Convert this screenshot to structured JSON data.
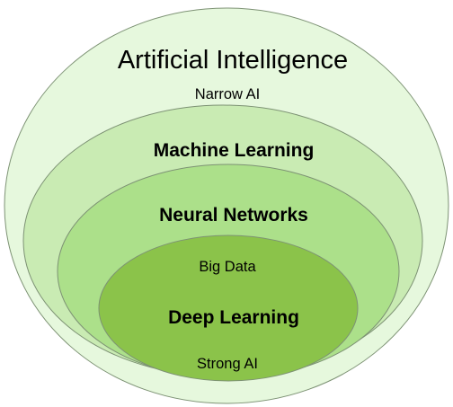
{
  "diagram": {
    "layers": [
      {
        "name": "Artificial Intelligence",
        "fill": "#e6f8dd"
      },
      {
        "name": "Machine Learning",
        "fill": "#c9ebb3"
      },
      {
        "name": "Neural Networks",
        "fill": "#ace08a"
      },
      {
        "name": "Deep Learning",
        "fill": "#8bc34a"
      }
    ],
    "labels": {
      "artificial_intelligence": "Artificial Intelligence",
      "narrow_ai": "Narrow AI",
      "machine_learning": "Machine Learning",
      "neural_networks": "Neural Networks",
      "big_data": "Big Data",
      "deep_learning": "Deep Learning",
      "strong_ai": "Strong AI"
    },
    "stroke_color": "#7d9274"
  }
}
